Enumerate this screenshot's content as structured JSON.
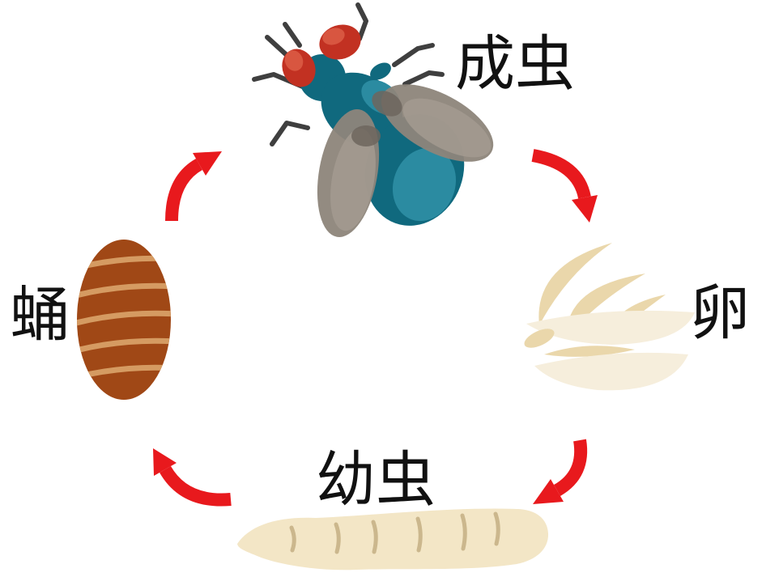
{
  "stages": [
    {
      "id": "adult",
      "label": "成虫"
    },
    {
      "id": "egg",
      "label": "卵"
    },
    {
      "id": "larva",
      "label": "幼虫"
    },
    {
      "id": "pupa",
      "label": "蛹"
    }
  ],
  "cycle": [
    "adult",
    "egg",
    "larva",
    "pupa"
  ],
  "colors": {
    "background": "#FFFFFF",
    "label_text": "#111111",
    "arrow_red": "#E8191D",
    "fly_body": "#10697E",
    "fly_body_light": "#2B8BA1",
    "fly_eye": "#C23122",
    "fly_eye_highlight": "#D85640",
    "fly_wing": "#8E857B",
    "fly_wing_light": "#A59C92",
    "fly_wing_dark": "#6E665E",
    "fly_leg": "#3F3F3F",
    "pupa_body": "#A04816",
    "pupa_stripe": "#D59B62",
    "egg_tan": "#EAD7AB",
    "egg_cream": "#F6EEDC",
    "larva_body": "#F3E6C6",
    "larva_segment": "#CBB78D"
  }
}
